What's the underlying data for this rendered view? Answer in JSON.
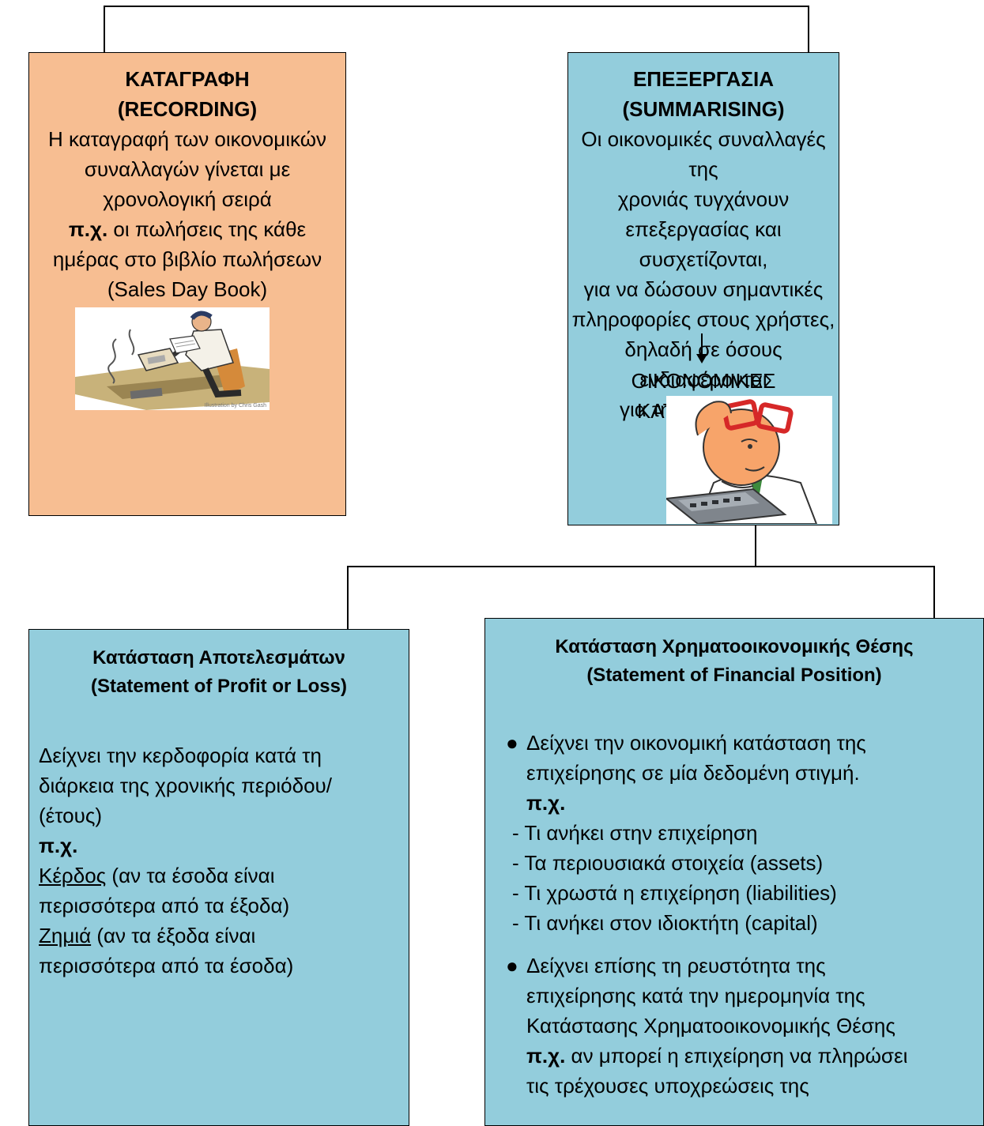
{
  "colors": {
    "recording_box": "#f7be92",
    "blue_box": "#93cddc",
    "line": "#000000"
  },
  "recording": {
    "title": "ΚΑΤΑΓΡΑΦΗ",
    "subtitle": "(RECORDING)",
    "lines": [
      "Η καταγραφή των οικονομικών",
      "συναλλαγών γίνεται με",
      "χρονολογική σειρά"
    ],
    "example_label": "π.χ.",
    "example_text": "οι πωλήσεις της κάθε",
    "example_lines": [
      "ημέρας στο βιβλίο πωλήσεων",
      "(Sales Day Book)"
    ],
    "image_caption": "Illustration by Chris Gash"
  },
  "summarising": {
    "title": "ΕΠΕΞΕΡΓΑΣΙΑ",
    "subtitle": "(SUMMARISING)",
    "lines": [
      "Οι οικονομικές συναλλαγές της",
      "χρονιάς τυγχάνουν",
      "επεξεργασίας και συσχετίζονται,",
      "για να δώσουν σημαντικές",
      "πληροφορίες στους χρήστες,",
      "δηλαδή σε όσους ενδιαφέρονται",
      "για την επιχείρηση"
    ],
    "result": "ΟΙΚΟΝΟΜΙΚΕΣ ΚΑΤΑΣΤΑΣΕΙΣ"
  },
  "profit_loss": {
    "title": "Κατάσταση Αποτελεσμάτων",
    "subtitle": "(Statement of Profit or Loss)",
    "lines": [
      "Δείχνει την κερδοφορία κατά τη",
      "διάρκεια της χρονικής περιόδου/",
      "(έτους)"
    ],
    "example_label": "π.χ.",
    "profit_word": "Κέρδος",
    "profit_text": " (αν τα έσοδα είναι",
    "profit_text2": "περισσότερα από τα έξοδα)",
    "loss_word": "Ζημιά",
    "loss_text": " (αν τα έξοδα είναι",
    "loss_text2": "περισσότερα από τα έσοδα)"
  },
  "financial_position": {
    "title": "Κατάσταση Χρηματοοικονομικής Θέσης",
    "subtitle": "(Statement of Financial Position)",
    "bullet_symbol": "●",
    "bullet1_lines": [
      "Δείχνει την οικονομική κατάσταση της",
      "επιχείρησης σε μία δεδομένη στιγμή."
    ],
    "example_label": "π.χ.",
    "items": [
      "- Τι ανήκει στην επιχείρηση",
      "- Τα περιουσιακά στοιχεία (assets)",
      "- Τι χρωστά η επιχείρηση (liabilities)",
      "- Τι ανήκει στον ιδιοκτήτη (capital)"
    ],
    "bullet2_lines": [
      "Δείχνει επίσης τη ρευστότητα της",
      "επιχείρησης κατά την ημερομηνία της",
      "Κατάστασης Χρηματοοικονομικής Θέσης"
    ],
    "example2_label": "π.χ.",
    "example2_text": " αν μπορεί η επιχείρηση να πληρώσει",
    "example2_line2": "τις τρέχουσες υποχρεώσεις της"
  }
}
